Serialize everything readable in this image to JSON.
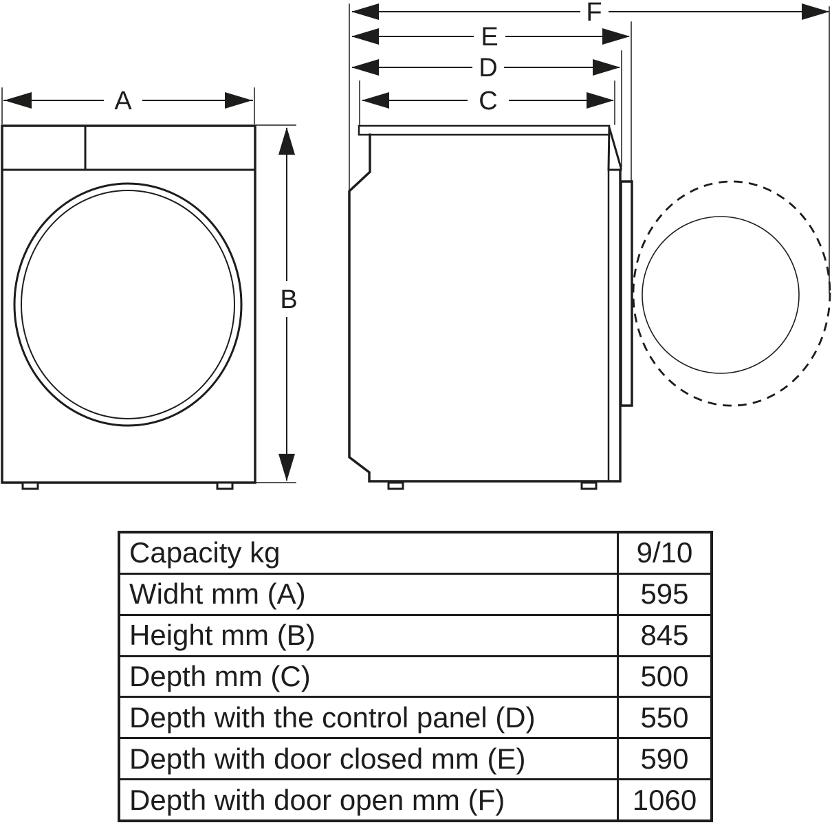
{
  "diagram": {
    "description": "Washing machine dimension drawing, front view and side view",
    "dimension_labels": {
      "width": "A",
      "height": "B",
      "depth": "C",
      "depth_control_panel": "D",
      "depth_door_closed": "E",
      "depth_door_open": "F"
    }
  },
  "table": {
    "rows": [
      {
        "label": "Capacity kg",
        "value": "9/10"
      },
      {
        "label": "Widht mm (A)",
        "value": "595"
      },
      {
        "label": "Height mm (B)",
        "value": "845"
      },
      {
        "label": "Depth mm (C)",
        "value": "500"
      },
      {
        "label": "Depth with the control panel (D)",
        "value": "550"
      },
      {
        "label": "Depth with door closed mm (E)",
        "value": "590"
      },
      {
        "label": "Depth with door open mm (F)",
        "value": "1060"
      }
    ]
  },
  "colors": {
    "line": "#1d1d1b",
    "background": "#ffffff"
  }
}
